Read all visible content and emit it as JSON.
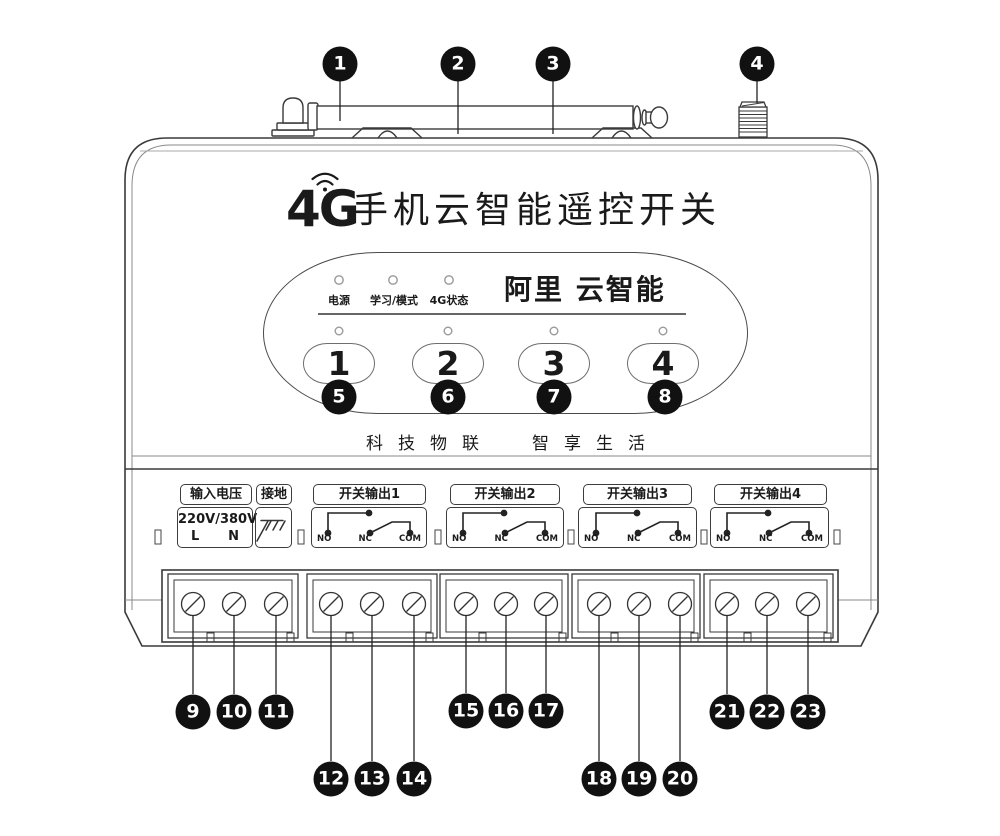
{
  "callouts": [
    "1",
    "2",
    "3",
    "4",
    "5",
    "6",
    "7",
    "8",
    "9",
    "10",
    "11",
    "12",
    "13",
    "14",
    "15",
    "16",
    "17",
    "18",
    "19",
    "20",
    "21",
    "22",
    "23"
  ],
  "panel": {
    "logo_4g": "4G",
    "title": "手机云智能遥控开关",
    "brand": "阿里 云智能",
    "indicators": [
      {
        "label": "电源"
      },
      {
        "label": "学习/模式"
      },
      {
        "label": "4G状态"
      }
    ],
    "channel_buttons": [
      {
        "label": "1"
      },
      {
        "label": "2"
      },
      {
        "label": "3"
      },
      {
        "label": "4"
      }
    ],
    "slogan_left": "科技物联",
    "slogan_right": "智享生活"
  },
  "terminals": {
    "input": {
      "title": "输入电压",
      "voltage": "220V/380V",
      "live": "L",
      "neutral": "N"
    },
    "ground": {
      "title": "接地"
    },
    "outputs": [
      {
        "title": "开关输出1",
        "no": "NO",
        "nc": "NC",
        "com": "COM"
      },
      {
        "title": "开关输出2",
        "no": "NO",
        "nc": "NC",
        "com": "COM"
      },
      {
        "title": "开关输出3",
        "no": "NO",
        "nc": "NC",
        "com": "COM"
      },
      {
        "title": "开关输出4",
        "no": "NO",
        "nc": "NC",
        "com": "COM"
      }
    ]
  },
  "colors": {
    "line": "#3a3a3a",
    "badge_bg": "#111111",
    "badge_text": "#ffffff"
  }
}
